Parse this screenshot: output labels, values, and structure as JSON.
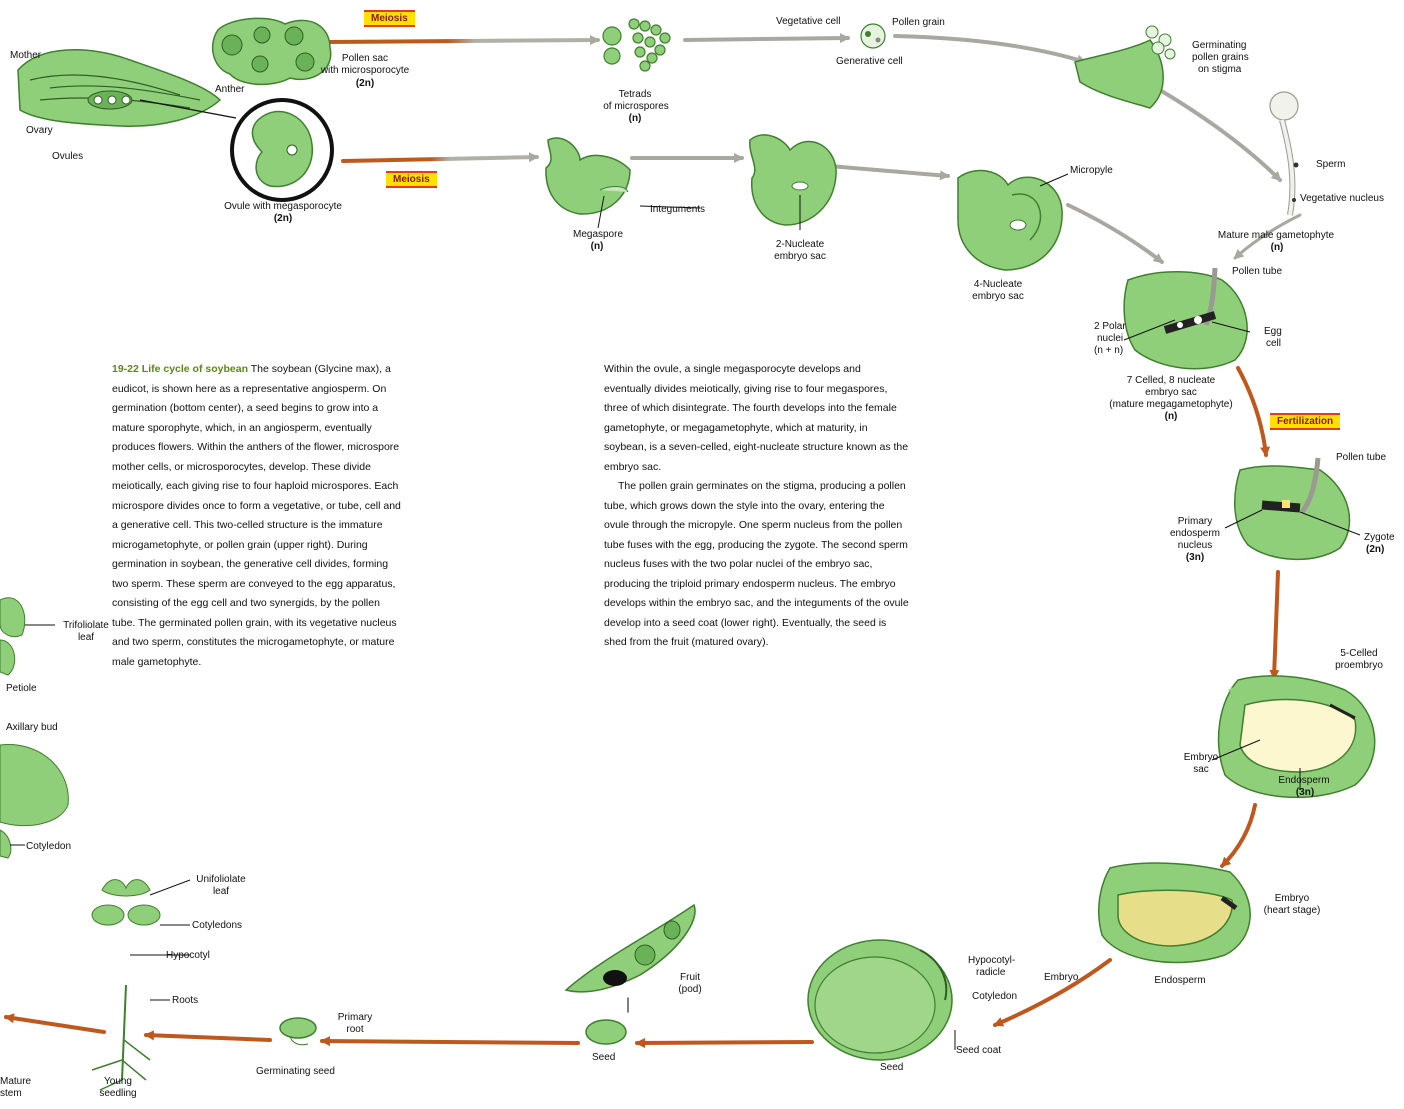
{
  "tags": {
    "meiosis_top": "Meiosis",
    "meiosis_mid": "Meiosis",
    "fertilization": "Fertilization"
  },
  "labels": {
    "anther_top": "Mother",
    "ovary": "Ovary",
    "ovules": "Ovules",
    "anther": "Anther",
    "pollen_sac": "Pollen sac",
    "microsporocyte": "with microsporocyte",
    "two_n_a": "(2n)",
    "ovule_mega": "Ovule with megasporocyte",
    "two_n_b": "(2n)",
    "tetrads": "Tetrads",
    "of_micro": "of microspores",
    "n_a": "(n)",
    "vegetative_cell": "Vegetative cell",
    "pollen_grain": "Pollen grain",
    "generative_cell": "Generative cell",
    "germinating": "Germinating",
    "pollen_grains": "pollen grains",
    "on_stigma": "on stigma",
    "sperm": "Sperm",
    "vegetative_nucleus": "Vegetative nucleus",
    "mature_male": "Mature male gametophyte",
    "n_b": "(n)",
    "megaspore": "Megaspore",
    "n_c": "(n)",
    "integuments": "Integuments",
    "two_nucleate": "2-Nucleate",
    "embryo_sac_a": "embryo sac",
    "micropyle": "Micropyle",
    "four_nucleate": "4-Nucleate",
    "embryo_sac_b": "embryo sac",
    "pollen_tube_a": "Pollen tube",
    "polar": "2 Polar",
    "nuclei": "nuclei",
    "n_plus_n": "(n + n)",
    "egg": "Egg",
    "cell": "cell",
    "seven_celled": "7 Celled, 8 nucleate",
    "embryo_sac_c": "embryo sac",
    "mature_mega": "(mature megagametophyte)",
    "n_d": "(n)",
    "pollen_tube_b": "Pollen tube",
    "primary": "Primary",
    "endosperm": "endosperm",
    "nucleus": "nucleus",
    "three_n": "(3n)",
    "zygote": "Zygote",
    "two_n_c": "(2n)",
    "five_celled": "5-Celled",
    "proembryo": "proembryo",
    "embryo": "Embryo",
    "sac": "sac",
    "endosperm_b": "Endosperm",
    "three_n_b": "(3n)",
    "embryo_heart": "Embryo",
    "heart_stage": "(heart stage)",
    "endosperm_c": "Endosperm",
    "hypocotyl": "Hypocotyl-",
    "radicle": "radicle",
    "embryo_brace": "Embryo",
    "cotyledons_a": "Cotyledon",
    "seed_coat": "Seed coat",
    "seed_a": "Seed",
    "fruit": "Fruit",
    "pod": "(pod)",
    "seed_b": "Seed",
    "primary_root": "Primary",
    "root": "root",
    "germinating_seed": "Germinating seed",
    "unifoliolate": "Unifoliolate",
    "leaf_a": "leaf",
    "cotyledons_b": "Cotyledons",
    "hypocotyl_b": "Hypocotyl",
    "roots": "Roots",
    "young": "Young",
    "seedling": "seedling",
    "trifoliolate": "Trifoliolate",
    "leaf_b": "leaf",
    "petiole": "Petiole",
    "axillary_bud": "Axillary bud",
    "cotyledon_c": "Cotyledon",
    "mature_plant": "Mature",
    "stem": "stem"
  },
  "caption": {
    "fig_num": "19-22",
    "fig_title": "Life cycle of soybean",
    "p1": "The soybean (Glycine max), a eudicot, is shown here as a representative angiosperm. On germination (bottom center), a seed begins to grow into a mature sporophyte, which, in an angiosperm, eventually produces flowers. Within the anthers of the flower, microspore mother cells, or microsporocytes, develop. These divide meiotically, each giving rise to four haploid microspores. Each microspore divides once to form a vegetative, or tube, cell and a generative cell. This two-celled structure is the immature microgametophyte, or pollen grain (upper right). During germination in soybean, the generative cell divides, forming two sperm. These sperm are conveyed to the egg apparatus, consisting of the egg cell and two synergids, by the pollen tube. The germinated pollen grain, with its vegetative nucleus and two sperm, constitutes the microgametophyte, or mature male gametophyte.",
    "p2": "Within the ovule, a single megasporocyte develops and eventually divides meiotically, giving rise to four megaspores, three of which disintegrate. The fourth develops into the female gametophyte, or megagametophyte, which at maturity, in soybean, is a seven-celled, eight-nucleate structure known as the embryo sac.",
    "p3": "The pollen grain germinates on the stigma, producing a pollen tube, which grows down the style into the ovary, entering the ovule through the micropyle. One sperm nucleus from the pollen tube fuses with the egg, producing the zygote. The second sperm nucleus fuses with the two polar nuclei of the embryo sac, producing the triploid primary endosperm nucleus. The embryo develops within the embryo sac, and the integuments of the ovule develop into a seed coat (lower right). Eventually, the seed is shed from the fruit (matured ovary)."
  },
  "colors": {
    "plant_green": "#8fcf7a",
    "plant_dark": "#3f7f2e",
    "arrow_gray": "#a8a8a0",
    "arrow_orange": "#c0581d",
    "endosperm_cream": "#fdf7d0",
    "tag_yellow": "#ffe000",
    "tag_red": "#e53b1d"
  }
}
